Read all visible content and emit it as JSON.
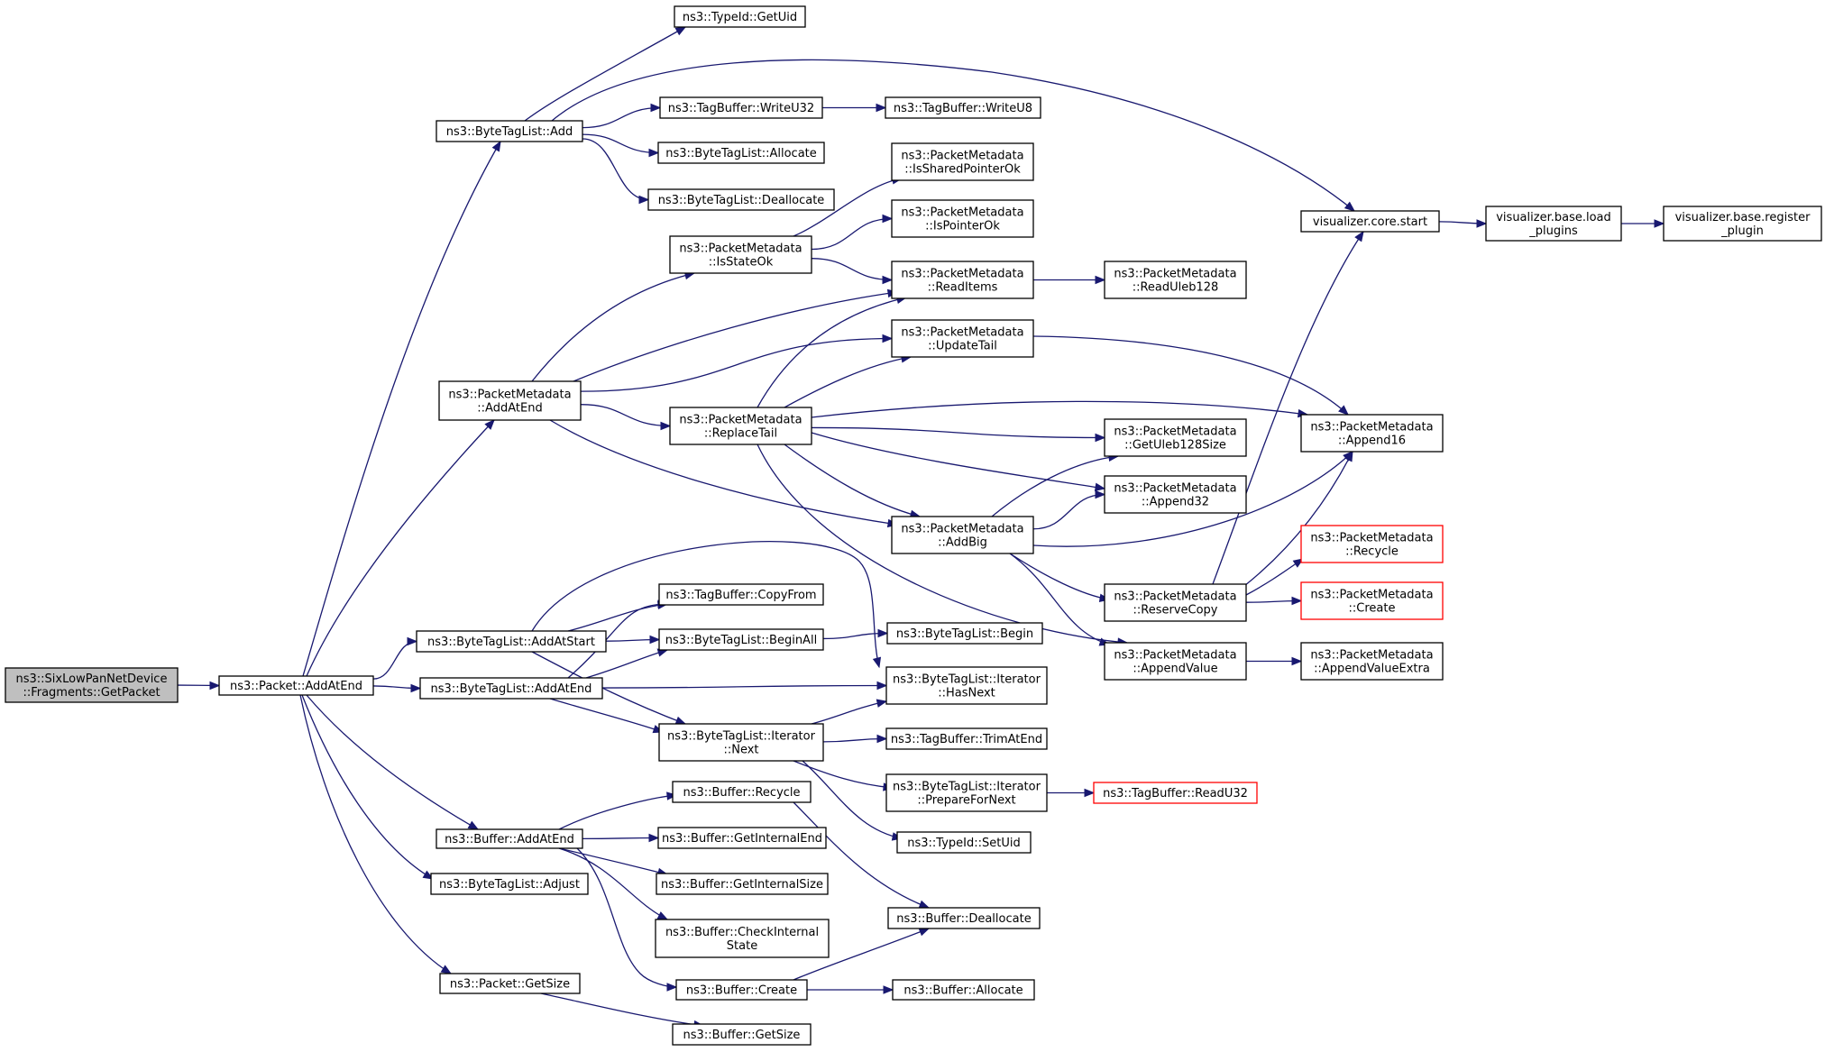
{
  "colors": {
    "edge": "#191970",
    "node_border": "#000000",
    "truncated_node_border": "#ff0000",
    "root_fill": "#bfbfbf"
  },
  "nodes": {
    "n_root": [
      "ns3::SixLowPanNetDevice",
      "::Fragments::GetPacket"
    ],
    "n_pkt_add": [
      "ns3::Packet::AddAtEnd"
    ],
    "n_btl_add": [
      "ns3::ByteTagList::Add"
    ],
    "n_pm_addatend": [
      "ns3::PacketMetadata",
      "::AddAtEnd"
    ],
    "n_btl_addatstart": [
      "ns3::ByteTagList::AddAtStart"
    ],
    "n_btl_addatend": [
      "ns3::ByteTagList::AddAtEnd"
    ],
    "n_buf_addatend": [
      "ns3::Buffer::AddAtEnd"
    ],
    "n_btl_adjust": [
      "ns3::ByteTagList::Adjust"
    ],
    "n_pkt_getsize": [
      "ns3::Packet::GetSize"
    ],
    "n_typeid_getuid": [
      "ns3::TypeId::GetUid"
    ],
    "n_tb_writeu32": [
      "ns3::TagBuffer::WriteU32"
    ],
    "n_btl_allocate": [
      "ns3::ByteTagList::Allocate"
    ],
    "n_btl_deallocate": [
      "ns3::ByteTagList::Deallocate"
    ],
    "n_pm_isstateok": [
      "ns3::PacketMetadata",
      "::IsStateOk"
    ],
    "n_pm_replacetail": [
      "ns3::PacketMetadata",
      "::ReplaceTail"
    ],
    "n_tb_copyfrom": [
      "ns3::TagBuffer::CopyFrom"
    ],
    "n_btl_beginall": [
      "ns3::ByteTagList::BeginAll"
    ],
    "n_btl_it_next": [
      "ns3::ByteTagList::Iterator",
      "::Next"
    ],
    "n_buf_recycle": [
      "ns3::Buffer::Recycle"
    ],
    "n_buf_getinternalend": [
      "ns3::Buffer::GetInternalEnd"
    ],
    "n_buf_getinternalsize": [
      "ns3::Buffer::GetInternalSize"
    ],
    "n_buf_checkinternal": [
      "ns3::Buffer::CheckInternal",
      "State"
    ],
    "n_buf_create": [
      "ns3::Buffer::Create"
    ],
    "n_buf_getsize": [
      "ns3::Buffer::GetSize"
    ],
    "n_tb_writeu8": [
      "ns3::TagBuffer::WriteU8"
    ],
    "n_pm_issharedpointerok": [
      "ns3::PacketMetadata",
      "::IsSharedPointerOk"
    ],
    "n_pm_ispointerok": [
      "ns3::PacketMetadata",
      "::IsPointerOk"
    ],
    "n_pm_readitems": [
      "ns3::PacketMetadata",
      "::ReadItems"
    ],
    "n_pm_updatetail": [
      "ns3::PacketMetadata",
      "::UpdateTail"
    ],
    "n_pm_addbig": [
      "ns3::PacketMetadata",
      "::AddBig"
    ],
    "n_btl_begin": [
      "ns3::ByteTagList::Begin"
    ],
    "n_btl_it_hasnext": [
      "ns3::ByteTagList::Iterator",
      "::HasNext"
    ],
    "n_tb_trimatend": [
      "ns3::TagBuffer::TrimAtEnd"
    ],
    "n_btl_it_preparefornext": [
      "ns3::ByteTagList::Iterator",
      "::PrepareForNext"
    ],
    "n_typeid_setuid": [
      "ns3::TypeId::SetUid"
    ],
    "n_buf_deallocate": [
      "ns3::Buffer::Deallocate"
    ],
    "n_buf_allocate": [
      "ns3::Buffer::Allocate"
    ],
    "n_pm_readuleb128": [
      "ns3::PacketMetadata",
      "::ReadUleb128"
    ],
    "n_pm_getuleb128size": [
      "ns3::PacketMetadata",
      "::GetUleb128Size"
    ],
    "n_pm_append32": [
      "ns3::PacketMetadata",
      "::Append32"
    ],
    "n_pm_reservecopy": [
      "ns3::PacketMetadata",
      "::ReserveCopy"
    ],
    "n_pm_appendvalue": [
      "ns3::PacketMetadata",
      "::AppendValue"
    ],
    "n_tb_readu32": [
      "ns3::TagBuffer::ReadU32"
    ],
    "n_vis_core_start": [
      "visualizer.core.start"
    ],
    "n_pm_append16": [
      "ns3::PacketMetadata",
      "::Append16"
    ],
    "n_pm_recycle": [
      "ns3::PacketMetadata",
      "::Recycle"
    ],
    "n_pm_create": [
      "ns3::PacketMetadata",
      "::Create"
    ],
    "n_pm_appendvalueextra": [
      "ns3::PacketMetadata",
      "::AppendValueExtra"
    ],
    "n_vis_base_load": [
      "visualizer.base.load",
      "_plugins"
    ],
    "n_vis_base_register": [
      "visualizer.base.register",
      "_plugin"
    ]
  },
  "edges": [
    [
      "n_root",
      "n_pkt_add"
    ],
    [
      "n_pkt_add",
      "n_btl_add"
    ],
    [
      "n_pkt_add",
      "n_pm_addatend"
    ],
    [
      "n_pkt_add",
      "n_btl_addatstart"
    ],
    [
      "n_pkt_add",
      "n_btl_addatend"
    ],
    [
      "n_pkt_add",
      "n_buf_addatend"
    ],
    [
      "n_pkt_add",
      "n_btl_adjust"
    ],
    [
      "n_pkt_add",
      "n_pkt_getsize"
    ],
    [
      "n_btl_add",
      "n_typeid_getuid"
    ],
    [
      "n_btl_add",
      "n_vis_core_start"
    ],
    [
      "n_btl_add",
      "n_tb_writeu32"
    ],
    [
      "n_btl_add",
      "n_btl_allocate"
    ],
    [
      "n_btl_add",
      "n_btl_deallocate"
    ],
    [
      "n_tb_writeu32",
      "n_tb_writeu8"
    ],
    [
      "n_pm_addatend",
      "n_pm_isstateok"
    ],
    [
      "n_pm_addatend",
      "n_pm_readitems"
    ],
    [
      "n_pm_addatend",
      "n_pm_updatetail"
    ],
    [
      "n_pm_addatend",
      "n_pm_replacetail"
    ],
    [
      "n_pm_addatend",
      "n_pm_addbig"
    ],
    [
      "n_pm_isstateok",
      "n_pm_issharedpointerok"
    ],
    [
      "n_pm_isstateok",
      "n_pm_ispointerok"
    ],
    [
      "n_pm_isstateok",
      "n_pm_readitems"
    ],
    [
      "n_pm_readitems",
      "n_pm_readuleb128"
    ],
    [
      "n_pm_replacetail",
      "n_pm_readitems"
    ],
    [
      "n_pm_replacetail",
      "n_pm_updatetail"
    ],
    [
      "n_pm_replacetail",
      "n_pm_append16"
    ],
    [
      "n_pm_replacetail",
      "n_pm_getuleb128size"
    ],
    [
      "n_pm_replacetail",
      "n_pm_append32"
    ],
    [
      "n_pm_replacetail",
      "n_pm_addbig"
    ],
    [
      "n_pm_replacetail",
      "n_pm_appendvalue"
    ],
    [
      "n_pm_updatetail",
      "n_pm_append16"
    ],
    [
      "n_pm_addbig",
      "n_pm_getuleb128size"
    ],
    [
      "n_pm_addbig",
      "n_pm_append32"
    ],
    [
      "n_pm_addbig",
      "n_pm_append16"
    ],
    [
      "n_pm_addbig",
      "n_pm_reservecopy"
    ],
    [
      "n_pm_addbig",
      "n_pm_appendvalue"
    ],
    [
      "n_pm_reservecopy",
      "n_vis_core_start"
    ],
    [
      "n_pm_reservecopy",
      "n_pm_append16"
    ],
    [
      "n_pm_reservecopy",
      "n_pm_recycle"
    ],
    [
      "n_pm_reservecopy",
      "n_pm_create"
    ],
    [
      "n_pm_appendvalue",
      "n_pm_appendvalueextra"
    ],
    [
      "n_vis_core_start",
      "n_vis_base_load"
    ],
    [
      "n_vis_base_load",
      "n_vis_base_register"
    ],
    [
      "n_btl_addatstart",
      "n_tb_copyfrom"
    ],
    [
      "n_btl_addatstart",
      "n_btl_beginall"
    ],
    [
      "n_btl_addatstart",
      "n_btl_it_hasnext"
    ],
    [
      "n_btl_addatstart",
      "n_btl_it_next"
    ],
    [
      "n_btl_addatend",
      "n_tb_copyfrom"
    ],
    [
      "n_btl_addatend",
      "n_btl_beginall"
    ],
    [
      "n_btl_addatend",
      "n_btl_it_hasnext"
    ],
    [
      "n_btl_addatend",
      "n_btl_it_next"
    ],
    [
      "n_btl_beginall",
      "n_btl_begin"
    ],
    [
      "n_btl_it_next",
      "n_btl_it_hasnext"
    ],
    [
      "n_btl_it_next",
      "n_tb_trimatend"
    ],
    [
      "n_btl_it_next",
      "n_btl_it_preparefornext"
    ],
    [
      "n_btl_it_next",
      "n_typeid_setuid"
    ],
    [
      "n_btl_it_preparefornext",
      "n_tb_readu32"
    ],
    [
      "n_buf_addatend",
      "n_buf_recycle"
    ],
    [
      "n_buf_addatend",
      "n_buf_getinternalend"
    ],
    [
      "n_buf_addatend",
      "n_buf_getinternalsize"
    ],
    [
      "n_buf_addatend",
      "n_buf_checkinternal"
    ],
    [
      "n_buf_addatend",
      "n_buf_create"
    ],
    [
      "n_buf_recycle",
      "n_buf_deallocate"
    ],
    [
      "n_buf_create",
      "n_buf_deallocate"
    ],
    [
      "n_buf_create",
      "n_buf_allocate"
    ],
    [
      "n_pkt_getsize",
      "n_buf_getsize"
    ]
  ]
}
